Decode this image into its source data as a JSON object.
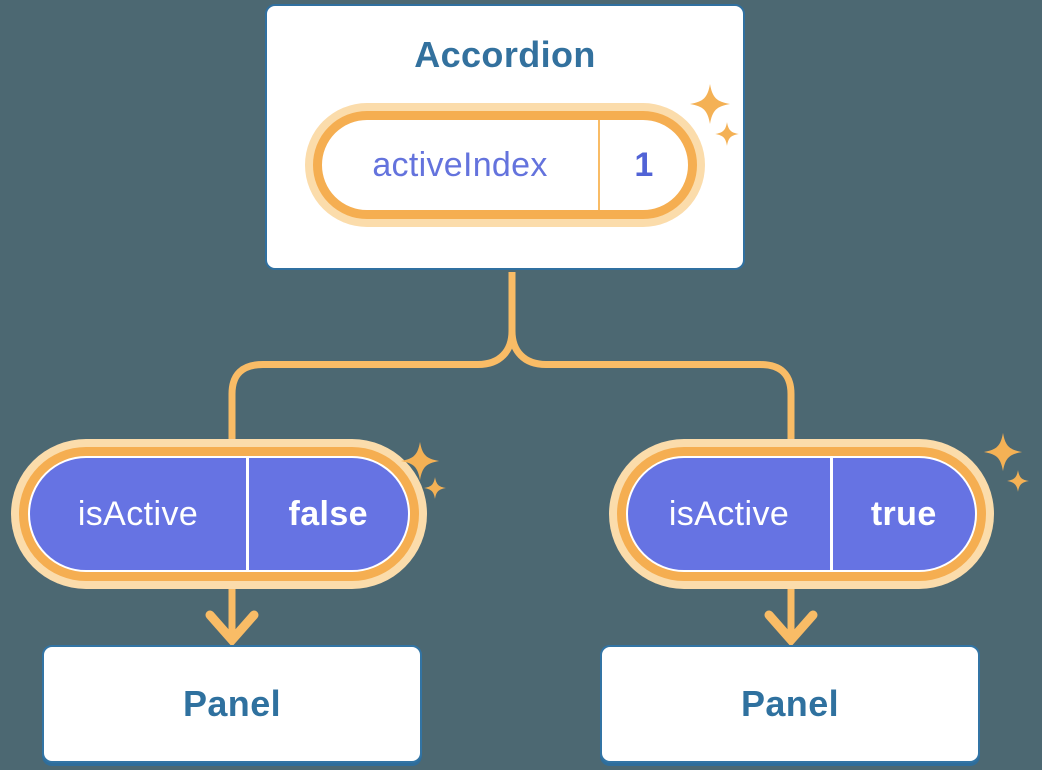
{
  "canvas": {
    "background_color": "#4C6872",
    "colors": {
      "accent_orange": "#F5AE51",
      "orange_glow": "#FBDCAB",
      "connector_orange": "#F9BC66",
      "sparkle_orange": "#F4B155",
      "purple_fill": "#6673E3",
      "purple_label_text": "#6473DD",
      "purple_value_text": "#5163D6",
      "blue_border": "#3070A0",
      "blue_text": "#33719E",
      "white": "#FFFFFF"
    }
  },
  "accordion": {
    "title": "Accordion",
    "state_pill": {
      "label": "activeIndex",
      "value": "1"
    }
  },
  "branches": [
    {
      "prop_pill": {
        "label": "isActive",
        "value": "false"
      },
      "panel": {
        "title": "Panel"
      }
    },
    {
      "prop_pill": {
        "label": "isActive",
        "value": "true"
      },
      "panel": {
        "title": "Panel"
      }
    }
  ]
}
